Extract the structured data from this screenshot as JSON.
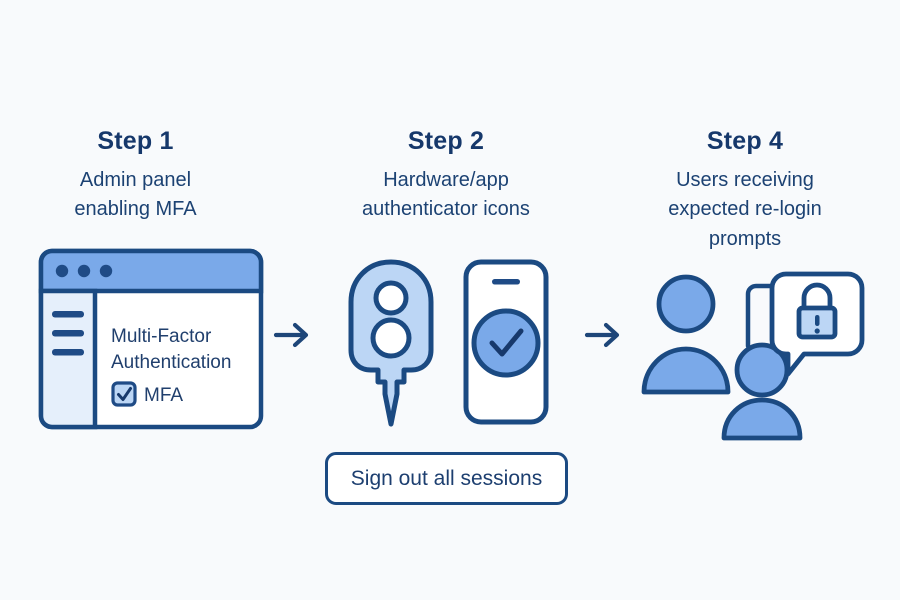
{
  "diagram": {
    "background_color": "#f8fafc",
    "ink_color": "#1b4a82",
    "fill_light": "#bcd6f5",
    "fill_medium": "#7aa9e9",
    "title_color": "#16386b"
  },
  "steps": [
    {
      "title": "Step 1",
      "caption": "Admin panel\nenabling MFA",
      "art": "admin-browser-window"
    },
    {
      "title": "Step 2",
      "caption": "Hardware/app\nauthenticator icons",
      "art": "security-key-and-phone"
    },
    {
      "title": "Step 4",
      "caption": "Users receiving\nexpected re-login\nprompts",
      "art": "users-with-lock-bubble"
    }
  ],
  "browser_window": {
    "titlebar_dots": 3,
    "sidebar_lines": 3,
    "heading_line1": "Multi-Factor",
    "heading_line2": "Authentication",
    "checkbox_label": "MFA",
    "checkbox_checked": true
  },
  "phone": {
    "status_icon": "check-circle-icon"
  },
  "bubble": {
    "icon": "lock-alert-icon"
  },
  "button": {
    "signout_label": "Sign out all sessions"
  },
  "arrows": {
    "first": "arrow-right-icon",
    "second": "arrow-right-icon"
  }
}
